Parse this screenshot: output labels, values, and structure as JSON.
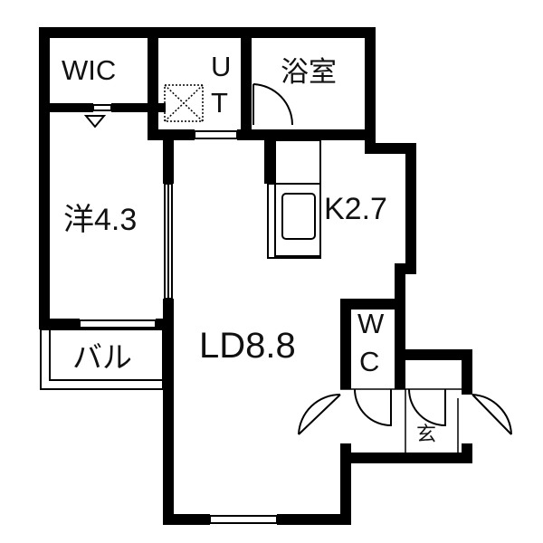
{
  "rooms": {
    "wic": "WIC",
    "utility_u": "U",
    "utility_t": "T",
    "bath": "浴室",
    "western": "洋4.3",
    "kitchen": "K2.7",
    "living_dining": "LD8.8",
    "toilet_w": "W",
    "toilet_c": "C",
    "balcony": "バル",
    "entrance": "玄"
  },
  "colors": {
    "wall": "#000000",
    "background": "#ffffff",
    "thin_line": "#555555"
  }
}
